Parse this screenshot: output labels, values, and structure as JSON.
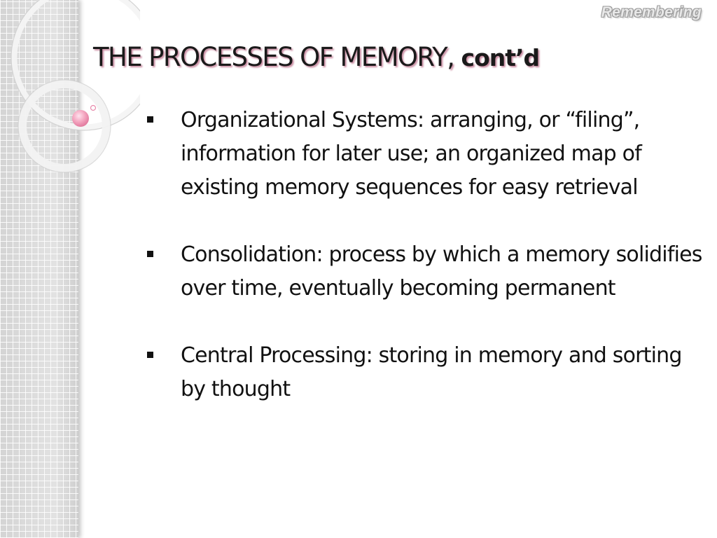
{
  "header": {
    "corner_label": "Remembering"
  },
  "slide": {
    "title": "THE PROCESSES OF MEMORY,",
    "title_suffix": "cont’d",
    "bullets": [
      {
        "text": "Organizational Systems:  arranging, or “filing”, information for later use; an organized map of existing memory sequences for easy retrieval"
      },
      {
        "text": "Consolidation:  process by which a memory solidifies over time, eventually becoming permanent"
      },
      {
        "text": "Central Processing:  storing in memory and sorting by thought"
      }
    ]
  },
  "colors": {
    "accent_pink": "#f4a6c0",
    "title_shadow": "#c98aa0",
    "side_panel": "#dcdcdc"
  }
}
